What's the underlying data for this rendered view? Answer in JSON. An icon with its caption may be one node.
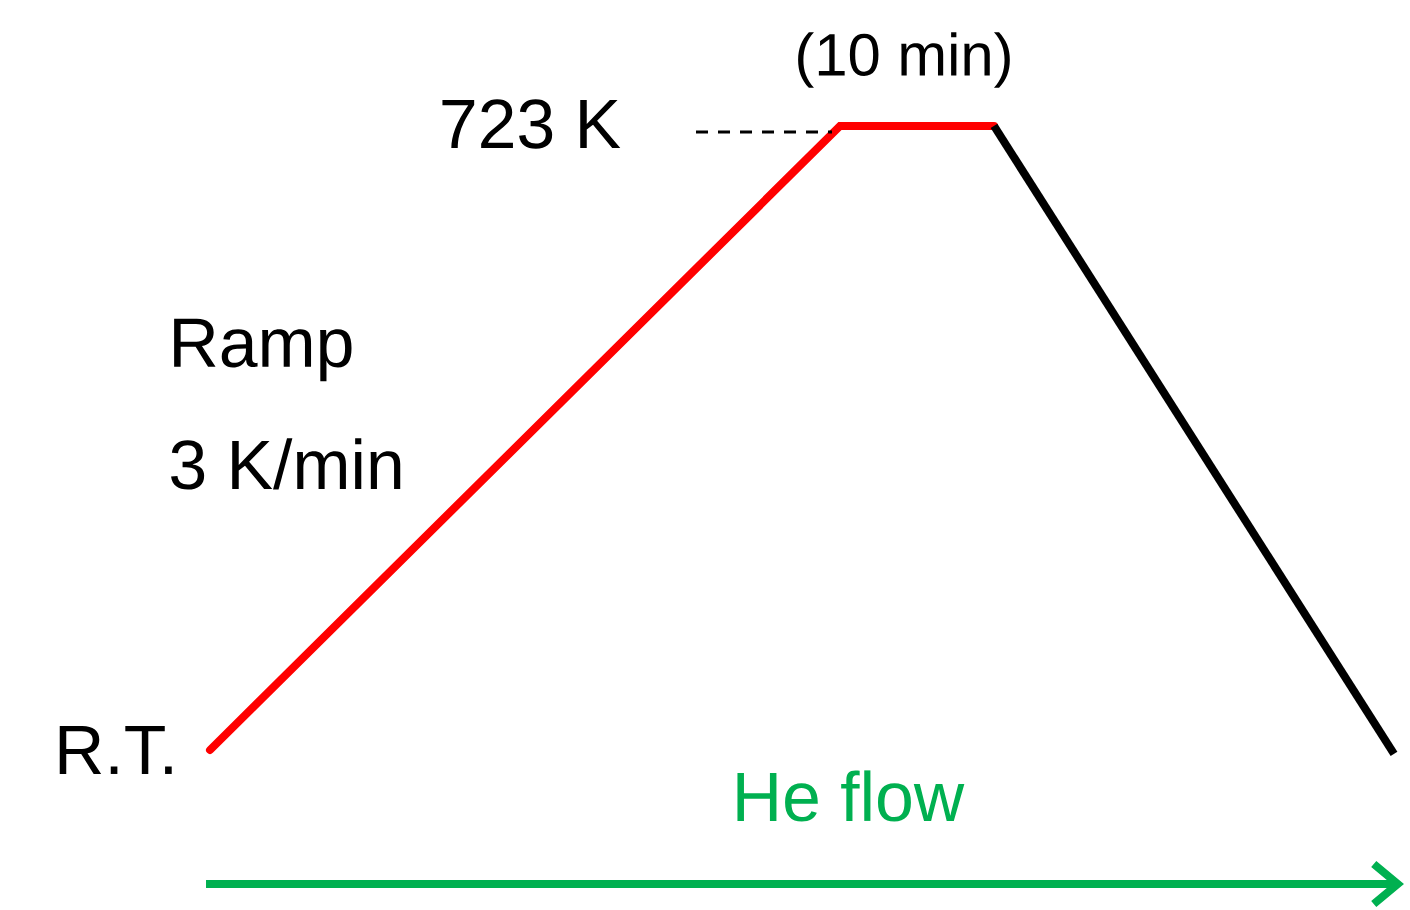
{
  "diagram": {
    "labels": [
      "(10 min)",
      "723 K",
      "Ramp",
      "3 K/min",
      "R.T.",
      "He flow"
    ]
  }
}
